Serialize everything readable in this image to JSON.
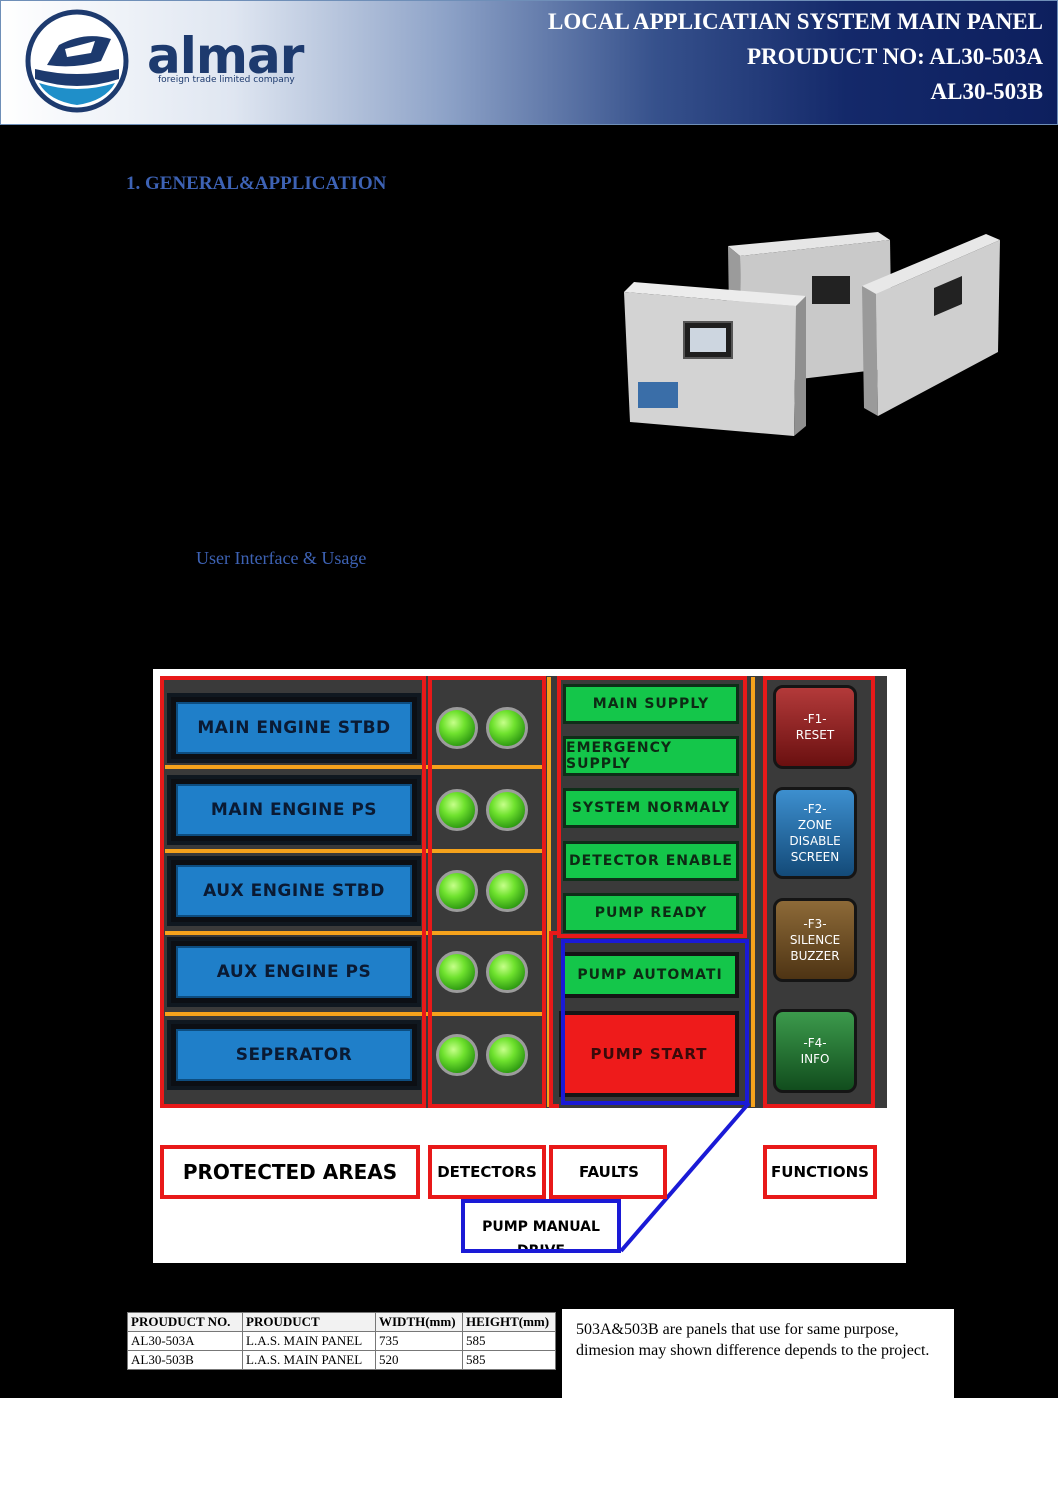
{
  "header": {
    "brand": "almar",
    "brand_sub": "foreign trade limited company",
    "line1": "LOCAL APPLICATIAN SYSTEM MAIN PANEL",
    "line2": "PROUDUCT NO: AL30-503A",
    "line3": "AL30-503B"
  },
  "section": {
    "title": "1.   GENERAL&APPLICATION",
    "subtitle": "User Interface & Usage"
  },
  "panel_ui": {
    "protected_areas": [
      "MAIN ENGINE STBD",
      "MAIN ENGINE PS",
      "AUX ENGINE STBD",
      "AUX ENGINE PS",
      "SEPERATOR"
    ],
    "faults": [
      "MAIN SUPPLY",
      "EMERGENCY SUPPLY",
      "SYSTEM NORMALY",
      "DETECTOR ENABLE",
      "PUMP READY"
    ],
    "pump_automatic": "PUMP AUTOMATI",
    "pump_start": "PUMP START",
    "functions": {
      "f1": {
        "key": "-F1-",
        "text": "RESET",
        "color": "#8a1c1c"
      },
      "f2": {
        "key": "-F2-",
        "line1": "ZONE",
        "line2": "DISABLE",
        "line3": "SCREEN",
        "color": "#1c5a8a"
      },
      "f3": {
        "key": "-F3-",
        "line1": "SILENCE",
        "line2": "BUZZER",
        "color": "#6e4e22"
      },
      "f4": {
        "key": "-F4-",
        "text": "INFO",
        "color": "#1f6a2e"
      }
    },
    "labels": {
      "protected_areas": "PROTECTED AREAS",
      "detectors": "DETECTORS",
      "faults": "FAULTS",
      "functions": "FUNCTIONS",
      "pump_manual": "PUMP MANUAL DRIVE"
    }
  },
  "table": {
    "headers": [
      "PROUDUCT NO.",
      "PROUDUCT",
      "WIDTH(mm)",
      "HEIGHT(mm)"
    ],
    "rows": [
      [
        "AL30-503A",
        "L.A.S. MAIN PANEL",
        "735",
        "585"
      ],
      [
        "AL30-503B",
        "L.A.S. MAIN PANEL",
        "520",
        "585"
      ]
    ]
  },
  "note": "503A&503B are panels that use for same purpose, dimesion may shown difference depends to the project."
}
